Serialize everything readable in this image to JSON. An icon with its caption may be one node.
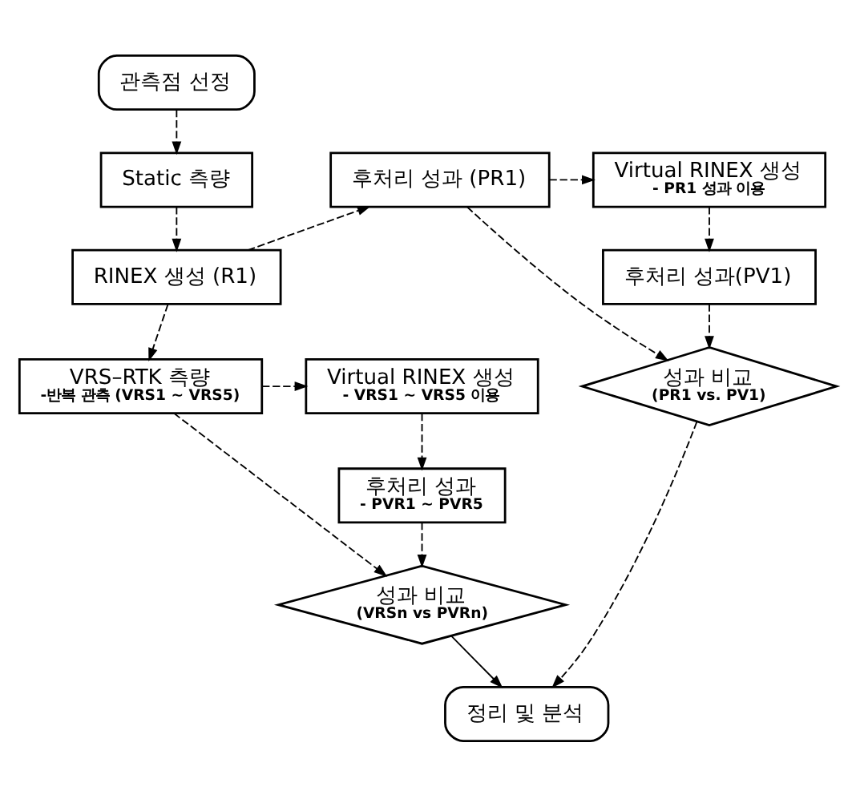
{
  "diagram": {
    "nodes": [
      {
        "text": [
          "관측점 선정"
        ]
      },
      {
        "text": [
          "Static 측량"
        ]
      },
      {
        "text": [
          "후처리 성과 (PR1)"
        ]
      },
      {
        "text": [
          "Virtual RINEX 생성",
          "- PR1 성과 이용"
        ]
      },
      {
        "text": [
          "RINEX 생성 (R1)"
        ]
      },
      {
        "text": [
          "후처리 성과(PV1)"
        ]
      },
      {
        "text": [
          "성과 비교",
          "(PR1 vs. PV1)"
        ]
      },
      {
        "text": [
          "VRS–RTK 측량",
          "-반복 관측 (VRS1 ~ VRS5)"
        ]
      },
      {
        "text": [
          "Virtual RINEX 생성",
          "- VRS1 ~ VRS5 이용"
        ]
      },
      {
        "text": [
          "후처리 성과",
          "- PVR1 ~ PVR5"
        ]
      },
      {
        "text": [
          "성과 비교",
          "(VRSn vs PVRn)"
        ]
      },
      {
        "text": [
          "정리 및 분석"
        ]
      }
    ],
    "edges": [
      {
        "from": 0,
        "to": 1,
        "arrow": "to",
        "style": "dashed"
      },
      {
        "from": 1,
        "to": 4,
        "arrow": "to",
        "style": "dashed"
      },
      {
        "from": 4,
        "to": 2,
        "arrow": "to",
        "style": "dashed"
      },
      {
        "from": 2,
        "to": 3,
        "arrow": "to",
        "style": "dashed"
      },
      {
        "from": 3,
        "to": 5,
        "arrow": "to",
        "style": "dashed"
      },
      {
        "from": 2,
        "to": 6,
        "arrow": "to",
        "style": "dashed"
      },
      {
        "from": 5,
        "to": 6,
        "arrow": "to",
        "style": "dashed"
      },
      {
        "from": 4,
        "to": 7,
        "arrow": "to",
        "style": "dashed"
      },
      {
        "from": 7,
        "to": 8,
        "arrow": "to",
        "style": "dashed"
      },
      {
        "from": 8,
        "to": 9,
        "arrow": "to",
        "style": "dashed"
      },
      {
        "from": 7,
        "to": 10,
        "arrow": "to",
        "style": "dashed"
      },
      {
        "from": 9,
        "to": 10,
        "arrow": "to",
        "style": "dashed"
      },
      {
        "from": 10,
        "to": 11,
        "arrow": "to"
      },
      {
        "from": 6,
        "to": 11,
        "arrow": "to",
        "style": "dashed"
      }
    ]
  }
}
